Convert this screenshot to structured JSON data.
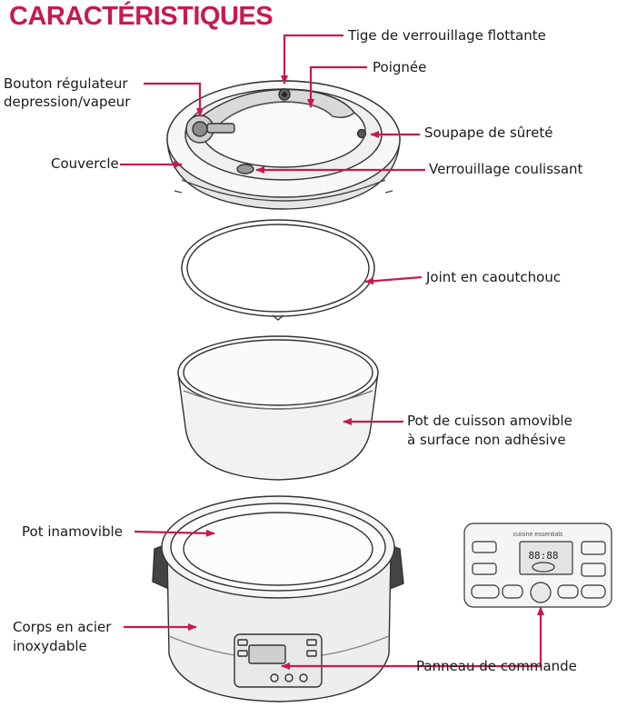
{
  "title": "CARACTÉRISTIQUES",
  "accent_color": "#c8194e",
  "labels": {
    "float_valve": "Tige de verrouillage flottante",
    "handle": "Poignée",
    "pressure_knob_1": "Bouton régulateur",
    "pressure_knob_2": "depression/vapeur",
    "safety_valve": "Soupape de sûreté",
    "lid": "Couvercle",
    "sliding_lock": "Verrouillage coulissant",
    "gasket": "Joint en caoutchouc",
    "inner_pot_1": "Pot de cuisson amovible",
    "inner_pot_2": "à surface non adhésive",
    "fixed_pot": "Pot inamovible",
    "body_1": "Corps en acier",
    "body_2": "inoxydable",
    "control_panel": "Panneau de commande"
  },
  "panel_inset": {
    "brand": "cuisine essentials",
    "display": "88:88"
  }
}
